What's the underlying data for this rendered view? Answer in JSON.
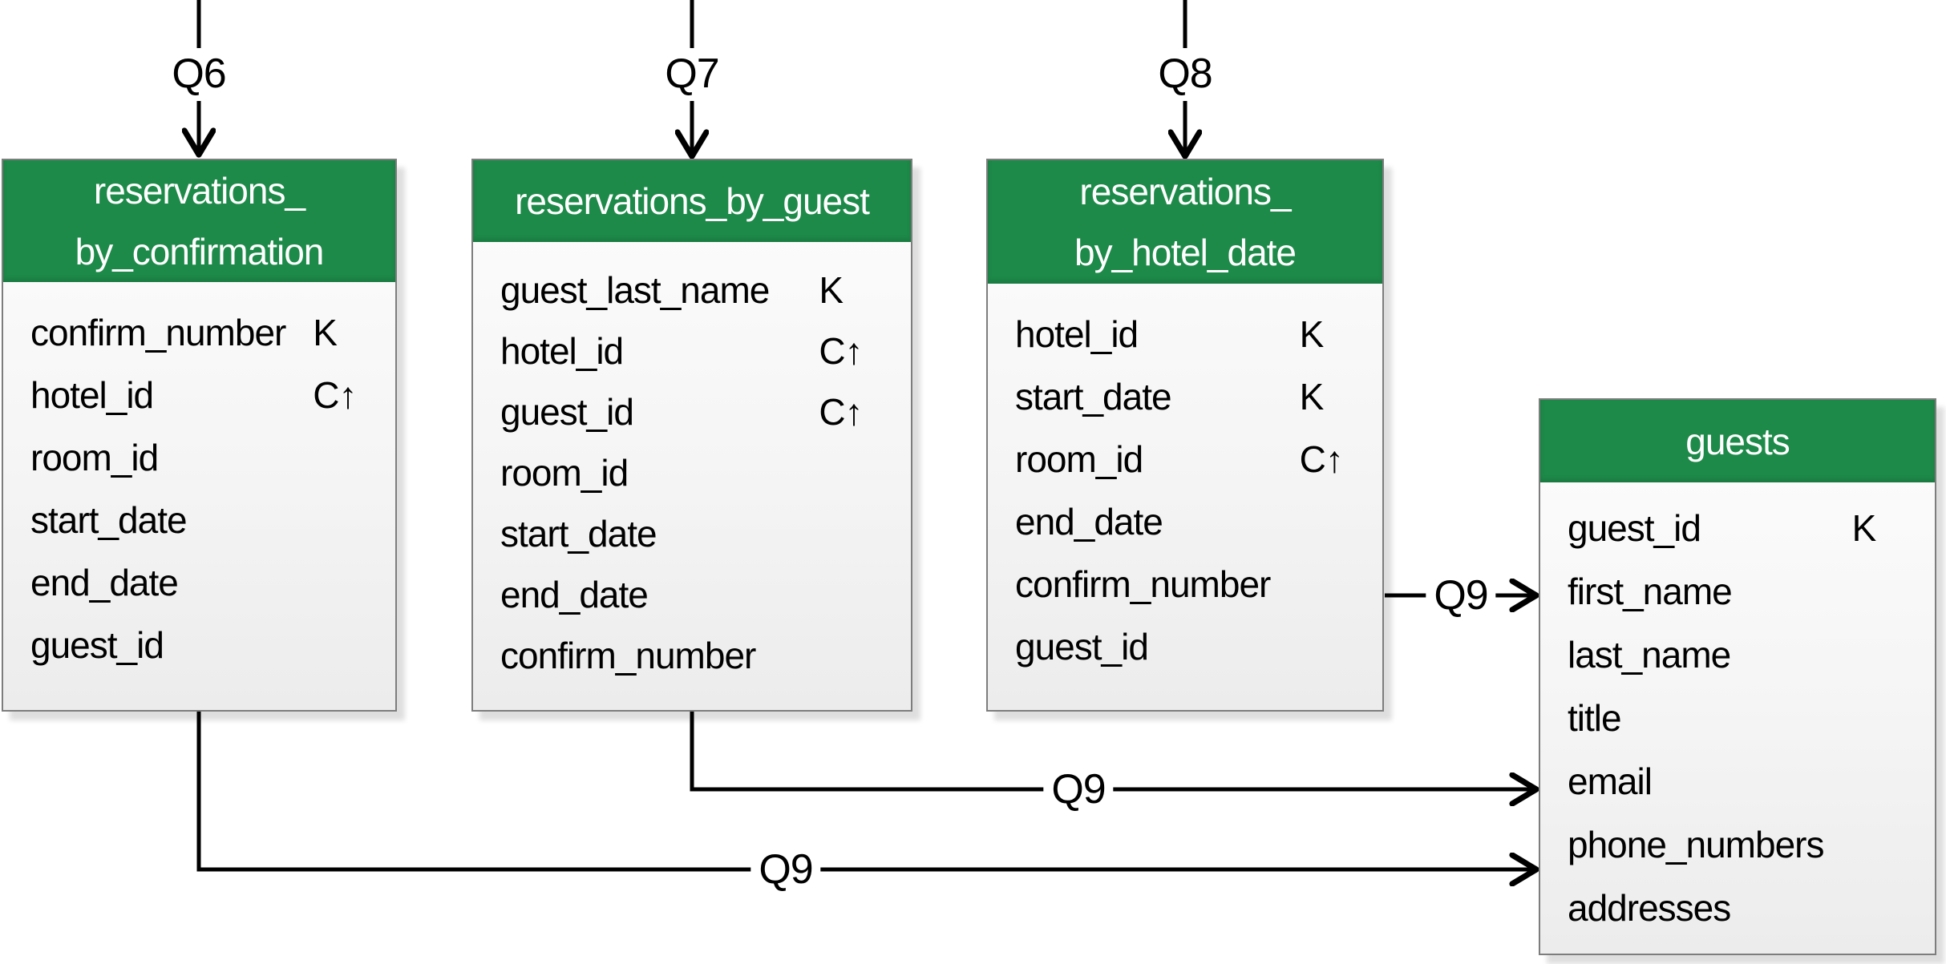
{
  "tables": [
    {
      "id": "reservations_by_confirmation",
      "title_lines": [
        "reservations_",
        "by_confirmation"
      ],
      "fields": [
        {
          "name": "confirm_number",
          "key": "K"
        },
        {
          "name": "hotel_id",
          "key": "C↑"
        },
        {
          "name": "room_id",
          "key": ""
        },
        {
          "name": "start_date",
          "key": ""
        },
        {
          "name": "end_date",
          "key": ""
        },
        {
          "name": "guest_id",
          "key": ""
        }
      ]
    },
    {
      "id": "reservations_by_guest",
      "title_lines": [
        "reservations_by_guest"
      ],
      "fields": [
        {
          "name": "guest_last_name",
          "key": "K"
        },
        {
          "name": "hotel_id",
          "key": "C↑"
        },
        {
          "name": "guest_id",
          "key": "C↑"
        },
        {
          "name": "room_id",
          "key": ""
        },
        {
          "name": "start_date",
          "key": ""
        },
        {
          "name": "end_date",
          "key": ""
        },
        {
          "name": "confirm_number",
          "key": ""
        }
      ]
    },
    {
      "id": "reservations_by_hotel_date",
      "title_lines": [
        "reservations_",
        "by_hotel_date"
      ],
      "fields": [
        {
          "name": "hotel_id",
          "key": "K"
        },
        {
          "name": "start_date",
          "key": "K"
        },
        {
          "name": "room_id",
          "key": "C↑"
        },
        {
          "name": "end_date",
          "key": ""
        },
        {
          "name": "confirm_number",
          "key": ""
        },
        {
          "name": "guest_id",
          "key": ""
        }
      ]
    },
    {
      "id": "guests",
      "title_lines": [
        "guests"
      ],
      "fields": [
        {
          "name": "guest_id",
          "key": "K"
        },
        {
          "name": "first_name",
          "key": ""
        },
        {
          "name": "last_name",
          "key": ""
        },
        {
          "name": "title",
          "key": ""
        },
        {
          "name": "email",
          "key": ""
        },
        {
          "name": "phone_numbers",
          "key": ""
        },
        {
          "name": "addresses",
          "key": ""
        }
      ]
    }
  ],
  "connectors": {
    "q6_label": "Q6",
    "q7_label": "Q7",
    "q8_label": "Q8",
    "q9_from_hotel_date_label": "Q9",
    "q9_from_guest_label": "Q9",
    "q9_from_confirmation_label": "Q9"
  },
  "colors": {
    "header_green": "#1d8a49",
    "header_text": "#ffffff",
    "body_text": "#000000",
    "connector_black": "#000000",
    "table_border_gray": "#7d7d7d"
  }
}
